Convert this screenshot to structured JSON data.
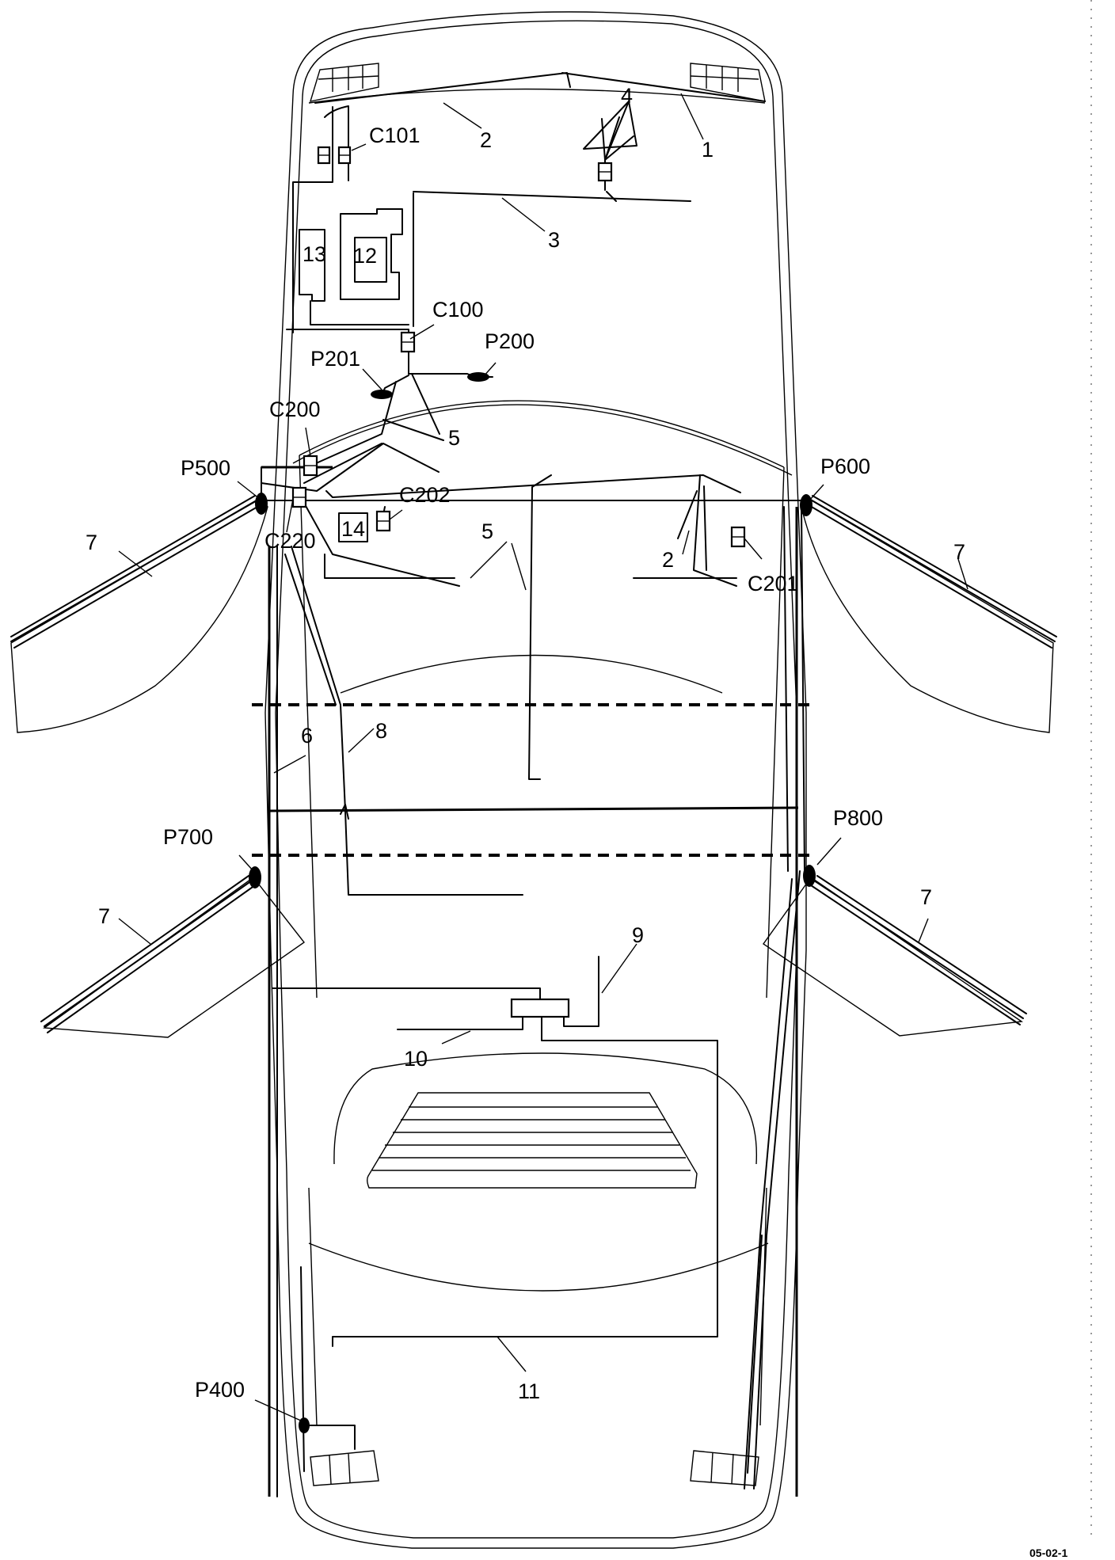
{
  "labels": {
    "n1": "1",
    "n2": "2",
    "n2b": "2",
    "n3": "3",
    "n4": "4",
    "n5a": "5",
    "n5b": "5",
    "n6": "6",
    "n7a": "7",
    "n7b": "7",
    "n7c": "7",
    "n7d": "7",
    "n8": "8",
    "n9": "9",
    "n10": "10",
    "n11": "11",
    "n12": "12",
    "n13": "13",
    "n14": "14"
  },
  "connectors": {
    "c100": "C100",
    "c101": "C101",
    "c200": "C200",
    "c201": "C201",
    "c202": "C202",
    "c220": "C220"
  },
  "pass_throughs": {
    "p200": "P200",
    "p201": "P201",
    "p400": "P400",
    "p500": "P500",
    "p600": "P600",
    "p700": "P700",
    "p800": "P800"
  },
  "figure_code": "05-02-1"
}
